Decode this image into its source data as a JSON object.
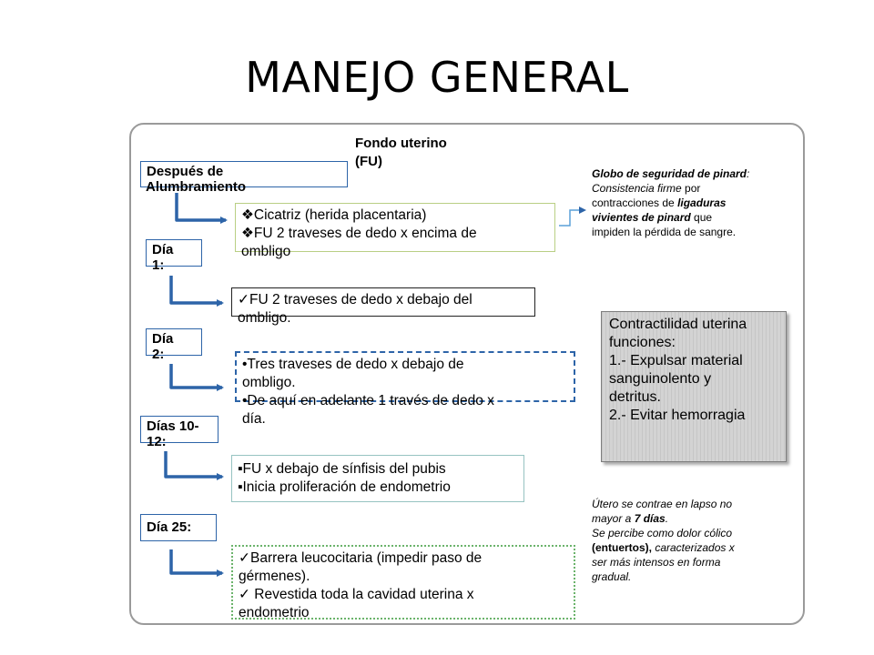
{
  "title": "MANEJO GENERAL",
  "heading": {
    "line1": "Fondo uterino",
    "line2": "(FU)"
  },
  "stages": [
    {
      "label1": "Después de",
      "label2": "Alumbramiento"
    },
    {
      "label1": "Día",
      "label2": "1:"
    },
    {
      "label1": "Día",
      "label2": "2:"
    },
    {
      "label1": "Días 10-",
      "label2": "12:"
    },
    {
      "label1": "Día 25:"
    }
  ],
  "contents": [
    {
      "lines": [
        "❖Cicatriz (herida placentaria)",
        "❖FU 2 traveses de dedo x encima de",
        "ombligo"
      ]
    },
    {
      "lines": [
        "✓FU 2 traveses de dedo x debajo del",
        "ombligo."
      ]
    },
    {
      "lines": [
        "•Tres traveses de dedo x debajo de",
        "ombligo.",
        "•De aquí en adelante 1 través de dedo x",
        "día."
      ]
    },
    {
      "lines": [
        "▪FU x debajo de sínfisis del pubis",
        "▪Inicia proliferación de endometrio"
      ]
    },
    {
      "lines": [
        "✓Barrera leucocitaria (impedir paso de",
        "gérmenes).",
        "✓ Revestida toda la cavidad uterina x",
        "endometrio"
      ]
    }
  ],
  "notes": {
    "pinard": {
      "title": "Globo de seguridad de pinard",
      "colon": ":",
      "line2": "Consistencia firme",
      "line2b": " por",
      "line3a": "contracciones de ",
      "line3b": "ligaduras",
      "line4a": "vivientes de pinard",
      "line4b": "  que",
      "line5": "impiden la pérdida de sangre."
    },
    "contraction": {
      "l1": "Útero se contrae en lapso no",
      "l2a": "mayor a ",
      "l2b": "7 días",
      "l2c": ".",
      "l3": "Se percibe como dolor cólico",
      "l4a": "(entuertos),",
      "l4b": " caracterizados x",
      "l5": "ser más intensos en forma",
      "l6": "gradual."
    }
  },
  "contractility": {
    "lines": [
      "Contractilidad uterina",
      "funciones:",
      "1.- Expulsar material",
      "sanguinolento y",
      "detritus.",
      "2.- Evitar hemorragia"
    ]
  },
  "colors": {
    "arrow": "#2d64a8",
    "frame": "#9a9a9a",
    "gray_box": "#cfcfcf"
  }
}
